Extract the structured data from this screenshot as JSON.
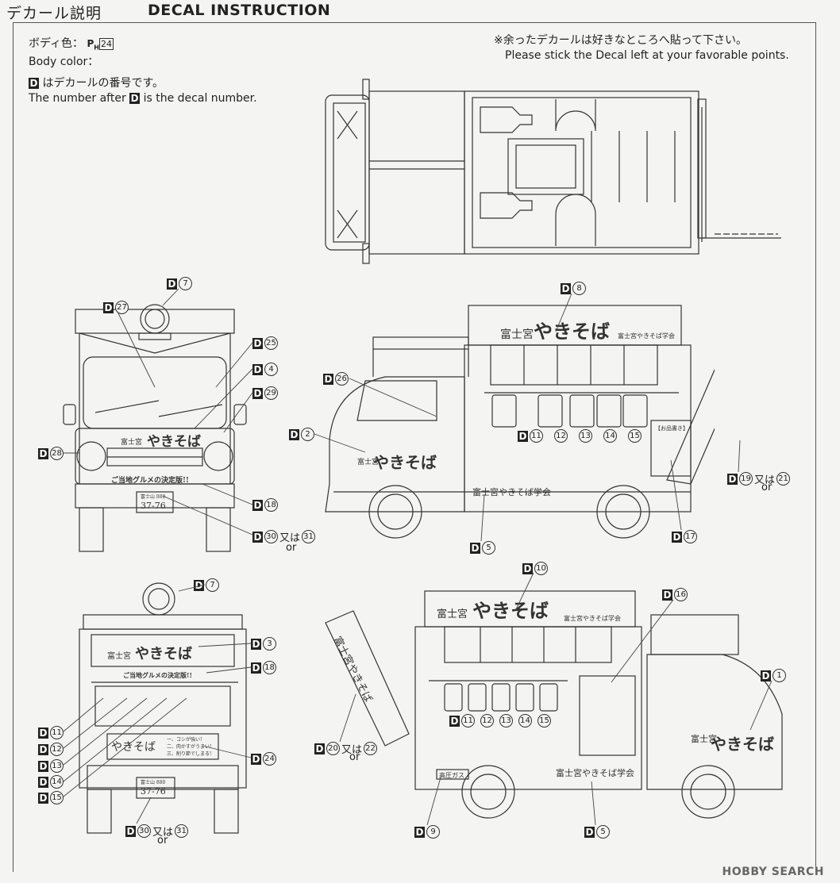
{
  "header": {
    "title_ja": "デカール説明",
    "title_en": "DECAL INSTRUCTION"
  },
  "body_color": {
    "label_ja": "ボディ色：",
    "paint_code": "24",
    "label_en": "Body color："
  },
  "decal_note": {
    "text_ja": "はデカールの番号です。",
    "text_en_before": "The number after",
    "text_en_after": "is the decal number."
  },
  "surplus_note": {
    "text_ja": "※余ったデカールは好きなところへ貼って下さい。",
    "text_en": "Please stick the Decal left at your favorable points."
  },
  "decal_letter": "D",
  "or_ja": "又は",
  "or_en": "or",
  "vehicle_text": {
    "shop_name": "富士宮",
    "yakisoba": "やきそば",
    "society": "富士宮やきそば学会",
    "slogan": "ご当地グルメの決定版!!",
    "plate_region": "富士山 880",
    "plate_number": "37-76",
    "gas_label": "高圧ガス",
    "banner_text": "富士宮やきそば",
    "curtain_chars": [
      "富",
      "や",
      "き",
      "そ",
      "ば"
    ],
    "menu_title": "【お品書き】",
    "rules": [
      "一、コシが強い!",
      "二、肉かすがうまい!",
      "三、削り節でしまる!"
    ]
  },
  "callouts": {
    "front": [
      "7",
      "27",
      "25",
      "4",
      "29",
      "28",
      "18",
      "30",
      "31"
    ],
    "left_side": [
      "8",
      "26",
      "2",
      "11",
      "12",
      "13",
      "14",
      "15",
      "17",
      "5",
      "19",
      "21"
    ],
    "rear": [
      "7",
      "3",
      "18",
      "11",
      "12",
      "13",
      "14",
      "15",
      "24",
      "30",
      "31"
    ],
    "right_side": [
      "10",
      "16",
      "1",
      "11",
      "12",
      "13",
      "14",
      "15",
      "20",
      "22",
      "9",
      "5"
    ]
  },
  "watermark": "HOBBY SEARCH"
}
